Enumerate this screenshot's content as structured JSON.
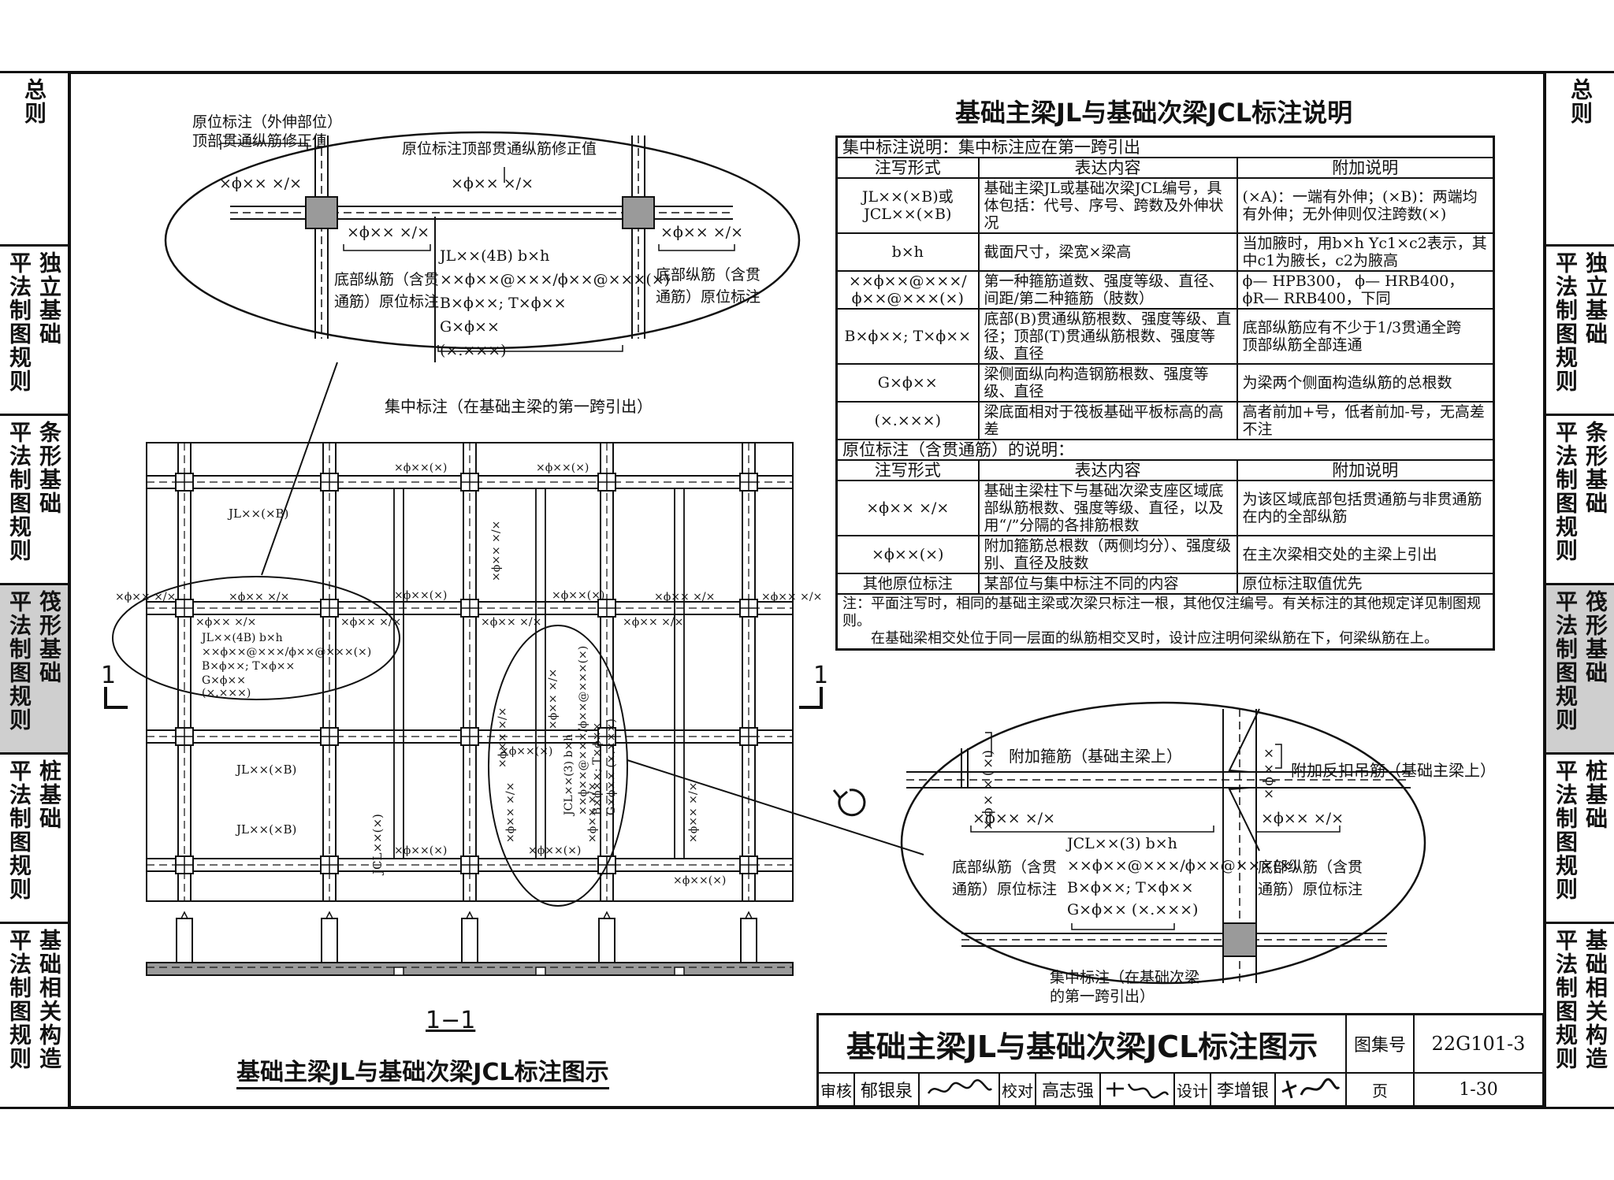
{
  "side_tabs": [
    {
      "cols": [
        "总则"
      ],
      "active": false
    },
    {
      "cols": [
        "平法制图规则",
        "独立基础"
      ],
      "active": false
    },
    {
      "cols": [
        "平法制图规则",
        "条形基础"
      ],
      "active": false
    },
    {
      "cols": [
        "平法制图规则",
        "筏形基础"
      ],
      "active": true
    },
    {
      "cols": [
        "平法制图规则",
        "桩基础"
      ],
      "active": false
    },
    {
      "cols": [
        "平法制图规则",
        "基础相关构造"
      ],
      "active": false
    }
  ],
  "callout_top": {
    "ext_label_1": "原位标注（外伸部位）",
    "ext_label_2": "顶部贯通纵筋修正值",
    "top_fix_label": "原位标注顶部贯通纵筋修正值",
    "rebar_left": "×ϕ××  ×/×",
    "rebar_top": "×ϕ××  ×/×",
    "rebar_bl": "×ϕ××  ×/×",
    "rebar_br": "×ϕ××  ×/×",
    "bottom_left_1": "底部纵筋（含贯",
    "bottom_left_2": "通筋）原位标注",
    "bottom_right_1": "底部纵筋（含贯",
    "bottom_right_2": "通筋）原位标注",
    "center_1": "JL××(4B)  b×h",
    "center_2": "××ϕ××@×××/ϕ××@×××(×)",
    "center_3": "B×ϕ××; T×ϕ××",
    "center_4": "G×ϕ××",
    "center_5": "(×.×××)",
    "centralized_label": "集中标注（在基础主梁的第一跨引出）"
  },
  "plan": {
    "labels": {
      "jl_top": "JL××(×B)",
      "jl_mid": "JL××(×B)",
      "jl_bot": "JL××(×B)",
      "jcl": "JCL××(×)",
      "s1": "×ϕ××(×)",
      "s2": "×ϕ××(×)",
      "s3": "×ϕ××(×)",
      "s4": "×ϕ××(×)",
      "s5": "×ϕ××(×)",
      "s6": "×ϕ××(×)",
      "s7": "×ϕ××(×)",
      "s8": "×ϕ××(×)",
      "r1": "×ϕ××  ×/×",
      "r2": "×ϕ××  ×/×",
      "r3": "×ϕ××  ×/×",
      "r4": "×ϕ××  ×/×",
      "r5": "×ϕ××  ×/×",
      "r6": "×ϕ××  ×/×",
      "r7": "×ϕ××  ×/×",
      "r8": "×ϕ××  ×/×",
      "r9": "×ϕ××  ×/×",
      "r10": "×ϕ××  ×/×",
      "c1": "JL××(4B)  b×h",
      "c2": "××ϕ××@×××/ϕ××@×××(×)",
      "c3": "B×ϕ××; T×ϕ××",
      "c4": "G×ϕ××",
      "c5": "(×.×××)",
      "v1": "JCL××(3)  b×h",
      "v2": "××ϕ××@×××/ϕ××@×××(×)",
      "v3": "B×ϕ××; T×ϕ××",
      "v4": "G×ϕ××  (×.×××)",
      "v5": "×ϕ××  ×/×",
      "v6": "×ϕ××  ×/×",
      "vert1": "×ϕ××  ×/×",
      "vert2": "×ϕ××  ×/×"
    },
    "section_mark": "1"
  },
  "section_label": "1−1",
  "bottom_title": "基础主梁JL与基础次梁JCL标注图示",
  "notes_table": {
    "title": "基础主梁JL与基础次梁JCL标注说明",
    "centralized_header": "集中标注说明：集中标注应在第一跨引出",
    "col_headers": [
      "注写形式",
      "表达内容",
      "附加说明"
    ],
    "rows1": [
      {
        "form": "JL××(×B)或\nJCL××(×B)",
        "content": "基础主梁JL或基础次梁JCL编号，具体包括：代号、序号、跨数及外伸状况",
        "note": "(×A)：一端有外伸；(×B)：两端均有外伸；无外伸则仅注跨数(×)"
      },
      {
        "form": "b×h",
        "content": "截面尺寸，梁宽×梁高",
        "note": "当加腋时，用b×h Yc1×c2表示，其中c1为腋长，c2为腋高"
      },
      {
        "form": "××ϕ××@×××/\nϕ××@×××(×)",
        "content": "第一种箍筋道数、强度等级、直径、间距/第二种箍筋（肢数）",
        "note": "ϕ— HPB300，  ϕ— HRB400，\nϕR— RRB400，下同"
      },
      {
        "form": "B×ϕ××; T×ϕ××",
        "content": "底部(B)贯通纵筋根数、强度等级、直径；顶部(T)贯通纵筋根数、强度等级、直径",
        "note": "底部纵筋应有不少于1/3贯通全跨\n顶部纵筋全部连通"
      },
      {
        "form": "G×ϕ××",
        "content": "梁侧面纵向构造钢筋根数、强度等级、直径",
        "note": "为梁两个侧面构造纵筋的总根数"
      },
      {
        "form": "(×.×××)",
        "content": "梁底面相对于筏板基础平板标高的高差",
        "note": "高者前加+号，低者前加-号，无高差不注"
      }
    ],
    "original_header": "原位标注（含贯通筋）的说明：",
    "rows2": [
      {
        "form": "×ϕ××  ×/×",
        "content": "基础主梁柱下与基础次梁支座区域底部纵筋根数、强度等级、直径，以及用“/”分隔的各排筋根数",
        "note": "为该区域底部包括贯通筋与非贯通筋在内的全部纵筋"
      },
      {
        "form": "×ϕ××(×)",
        "content": "附加箍筋总根数（两侧均分）、强度级别、直径及肢数",
        "note": "在主次梁相交处的主梁上引出"
      },
      {
        "form": "其他原位标注",
        "content": "某部位与集中标注不同的内容",
        "note": "原位标注取值优先"
      }
    ],
    "footnote_1": "注：平面注写时，相同的基础主梁或次梁只标注一根，其他仅注编号。有关标注的其他规定详见制图规则。",
    "footnote_2": "在基础梁相交处位于同一层面的纵筋相交叉时，设计应注明何梁纵筋在下，何梁纵筋在上。"
  },
  "callout_bottom": {
    "stirrup_label": "附加箍筋（基础主梁上）",
    "hanger_label": "附加反扣吊筋（基础主梁上）",
    "stirrup_text": "×ϕ××(×)",
    "hanger_text": "×ϕ××",
    "rebar_left": "×ϕ××  ×/×",
    "rebar_right": "×ϕ××  ×/×",
    "bottom_left_1": "底部纵筋（含贯",
    "bottom_left_2": "通筋）原位标注",
    "bottom_right_1": "底部纵筋（含贯",
    "bottom_right_2": "通筋）原位标注",
    "center_1": "JCL××(3)  b×h",
    "center_2": "××ϕ××@×××/ϕ××@×××(×)",
    "center_3": "B×ϕ××; T×ϕ××",
    "center_4": "G×ϕ××  (×.×××)",
    "centralized_1": "集中标注（在基础次梁",
    "centralized_2": "的第一跨引出）"
  },
  "title_block": {
    "title": "基础主梁JL与基础次梁JCL标注图示",
    "atlas_label": "图集号",
    "atlas_no": "22G101-3",
    "review_label": "审核",
    "reviewer": "郁银泉",
    "check_label": "校对",
    "checker": "高志强",
    "design_label": "设计",
    "designer": "李增银",
    "page_label": "页",
    "page_no": "1-30"
  }
}
